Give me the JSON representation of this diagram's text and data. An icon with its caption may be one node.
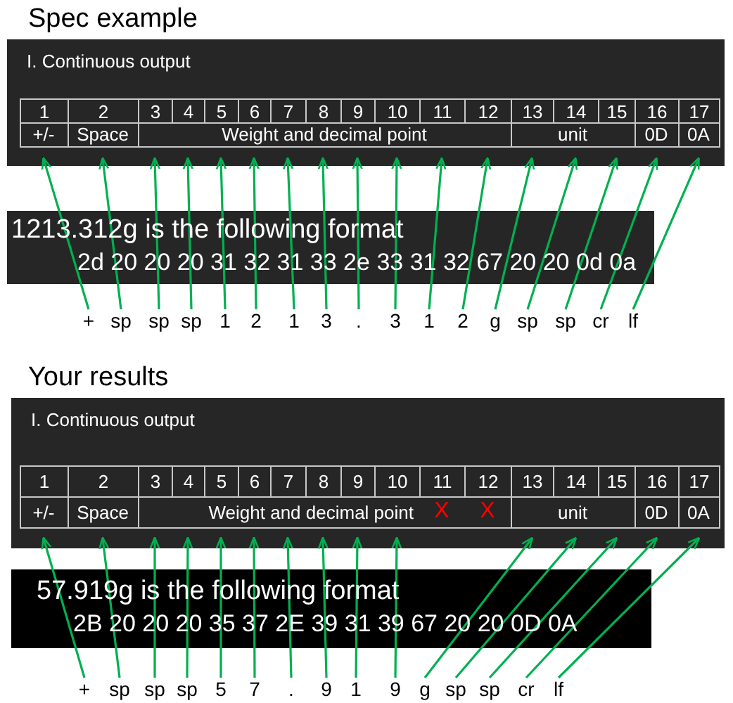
{
  "diagram": {
    "nodes": [
      {
        "text": [
          "I. Continuous output"
        ]
      },
      {
        "text": [
          "+"
        ]
      },
      {
        "text": [
          "sp"
        ]
      },
      {
        "text": [
          "sp"
        ]
      },
      {
        "text": [
          "sp"
        ]
      },
      {
        "text": [
          "1"
        ]
      },
      {
        "text": [
          "2"
        ]
      },
      {
        "text": [
          "1"
        ]
      },
      {
        "text": [
          "3"
        ]
      },
      {
        "text": [
          "."
        ]
      },
      {
        "text": [
          "3"
        ]
      },
      {
        "text": [
          "1"
        ]
      },
      {
        "text": [
          "2"
        ]
      },
      {
        "text": [
          "g"
        ]
      },
      {
        "text": [
          "sp"
        ]
      },
      {
        "text": [
          "sp"
        ]
      },
      {
        "text": [
          "cr"
        ]
      },
      {
        "text": [
          "lf"
        ]
      },
      {
        "text": [
          "I. Continuous output"
        ]
      },
      {
        "text": [
          "+"
        ]
      },
      {
        "text": [
          "sp"
        ]
      },
      {
        "text": [
          "sp"
        ]
      },
      {
        "text": [
          "sp"
        ]
      },
      {
        "text": [
          "5"
        ]
      },
      {
        "text": [
          "7"
        ]
      },
      {
        "text": [
          "."
        ]
      },
      {
        "text": [
          "9"
        ]
      },
      {
        "text": [
          "1"
        ]
      },
      {
        "text": [
          "9"
        ]
      },
      {
        "text": [
          "g"
        ]
      },
      {
        "text": [
          "sp"
        ]
      },
      {
        "text": [
          "sp"
        ]
      },
      {
        "text": [
          "cr"
        ]
      },
      {
        "text": [
          "lf"
        ]
      }
    ],
    "edges": [
      {
        "from": 1,
        "to": 0,
        "arrow": "to"
      },
      {
        "from": 2,
        "to": 0,
        "arrow": "to"
      },
      {
        "from": 3,
        "to": 0,
        "arrow": "to"
      },
      {
        "from": 4,
        "to": 0,
        "arrow": "to"
      },
      {
        "from": 5,
        "to": 0,
        "arrow": "to"
      },
      {
        "from": 6,
        "to": 0,
        "arrow": "to"
      },
      {
        "from": 7,
        "to": 0,
        "arrow": "to"
      },
      {
        "from": 8,
        "to": 0,
        "arrow": "to"
      },
      {
        "from": 9,
        "to": 0,
        "arrow": "to"
      },
      {
        "from": 10,
        "to": 0,
        "arrow": "to"
      },
      {
        "from": 11,
        "to": 0,
        "arrow": "to"
      },
      {
        "from": 12,
        "to": 0,
        "arrow": "to"
      },
      {
        "from": 13,
        "to": 0,
        "arrow": "to"
      },
      {
        "from": 14,
        "to": 0,
        "arrow": "to"
      },
      {
        "from": 15,
        "to": 0,
        "arrow": "to"
      },
      {
        "from": 16,
        "to": 0,
        "arrow": "to"
      },
      {
        "from": 17,
        "to": 0,
        "arrow": "to"
      },
      {
        "from": 19,
        "to": 18,
        "arrow": "to"
      },
      {
        "from": 20,
        "to": 18,
        "arrow": "to"
      },
      {
        "from": 21,
        "to": 18,
        "arrow": "to"
      },
      {
        "from": 22,
        "to": 18,
        "arrow": "to"
      },
      {
        "from": 23,
        "to": 18,
        "arrow": "to"
      },
      {
        "from": 24,
        "to": 18,
        "arrow": "to"
      },
      {
        "from": 25,
        "to": 18,
        "arrow": "to"
      },
      {
        "from": 26,
        "to": 18,
        "arrow": "to"
      },
      {
        "from": 27,
        "to": 18,
        "arrow": "to"
      },
      {
        "from": 28,
        "to": 18,
        "arrow": "to"
      },
      {
        "from": 29,
        "to": 18,
        "arrow": "to"
      },
      {
        "from": 30,
        "to": 18,
        "arrow": "to"
      },
      {
        "from": 31,
        "to": 18,
        "arrow": "to"
      },
      {
        "from": 32,
        "to": 18,
        "arrow": "to"
      },
      {
        "from": 33,
        "to": 18,
        "arrow": "to"
      }
    ],
    "labels": [
      "Spec example",
      "1",
      "2",
      "3",
      "4",
      "5",
      "6",
      "7",
      "8",
      "9",
      "10",
      "11",
      "12",
      "13",
      "14",
      "15",
      "16",
      "17",
      "+/-",
      "Space",
      "Weight and decimal point",
      "unit",
      "0D",
      "0A",
      "1213.312g is the following format",
      "2d 20 20 20 31 32 31 33 2e 33 31 32 67 20 20 0d 0a",
      "Your results",
      "1",
      "2",
      "3",
      "4",
      "5",
      "6",
      "7",
      "8",
      "9",
      "10",
      "11",
      "12",
      "13",
      "14",
      "15",
      "16",
      "17",
      "+/-",
      "Space",
      "Weight and decimal point",
      "X",
      "X",
      "unit",
      "0D",
      "0A",
      "57.919g is the following format",
      "2B 20 20 20 35 37 2E 39 31 39 67 20 20 0D 0A"
    ]
  }
}
